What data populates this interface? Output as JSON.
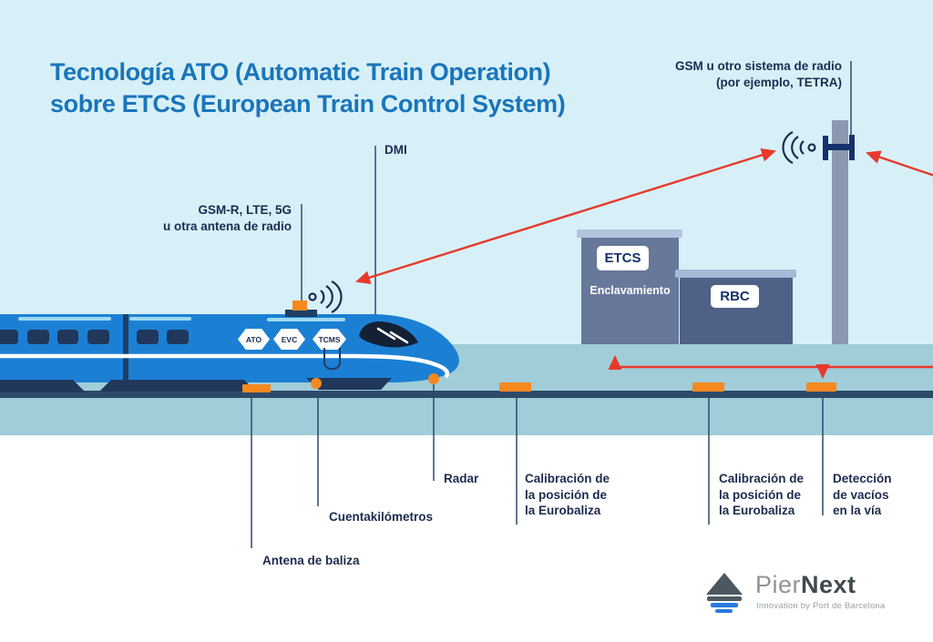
{
  "title": {
    "line1": "Tecnología ATO (Automatic Train Operation)",
    "line2": "sobre ETCS (European Train Control System)"
  },
  "labels": {
    "gsm_r": {
      "line1": "GSM-R, LTE, 5G",
      "line2": "u otra antena de radio"
    },
    "dmi": "DMI",
    "gsm_tower": {
      "line1": "GSM u otro sistema de radio",
      "line2": "(por ejemplo, TETRA)"
    },
    "antena_baliza": "Antena de baliza",
    "cuentakilometros": "Cuentakilómetros",
    "radar": "Radar",
    "calibracion_1": {
      "line1": "Calibración de",
      "line2": "la posición de",
      "line3": "la Eurobaliza"
    },
    "calibracion_2": {
      "line1": "Calibración de",
      "line2": "la posición de",
      "line3": "la Eurobaliza"
    },
    "deteccion": {
      "line1": "Detección",
      "line2": "de vacíos",
      "line3": "en la vía"
    }
  },
  "train": {
    "badges": [
      "ATO",
      "EVC",
      "TCMS"
    ]
  },
  "buildings": {
    "etcs": "ETCS",
    "enclavamiento": "Enclavamiento",
    "rbc": "RBC"
  },
  "logo": {
    "pier": "Pier",
    "next": "Next",
    "tagline": "Innovation by Port de Barcelona"
  },
  "colors": {
    "title_blue": "#1a75bb",
    "label_navy": "#1d2b50",
    "sky": "#d7f0f8",
    "track_band": "#a0cdd8",
    "rail": "#2e4a6b",
    "train_blue": "#1b80d4",
    "signal_red": "#e8392b",
    "balise_orange": "#f5891f",
    "building_left": "#68789b",
    "building_right": "#4f6187",
    "tower_gray": "#8b99b0",
    "logo_blue": "#2a79de",
    "logo_gray": "#4c585f"
  }
}
